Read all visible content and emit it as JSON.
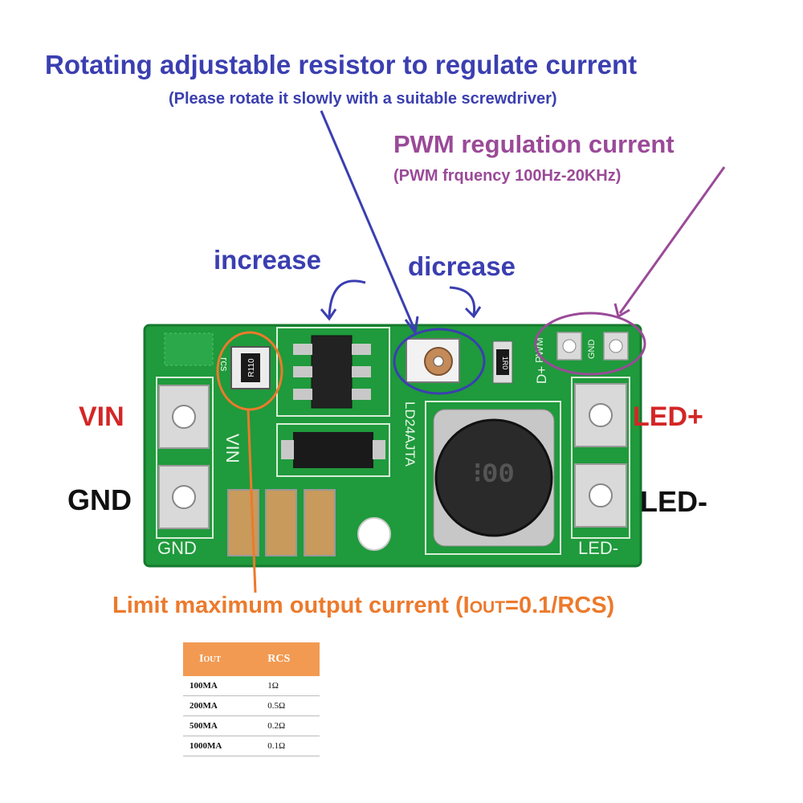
{
  "annotations": {
    "title": "Rotating adjustable resistor to regulate current",
    "subtitle": "(Please rotate it slowly with a suitable screwdriver)",
    "pwm_title": "PWM regulation current",
    "pwm_subtitle": "(PWM frquency 100Hz-20KHz)",
    "increase": "increase",
    "dicrease": "dicrease",
    "vin": "VIN",
    "gnd": "GND",
    "led_plus": "LED+",
    "led_minus": "LED-",
    "limit_prefix": "Limit maximum output current (I",
    "limit_sub": "OUT",
    "limit_suffix": "=0.1/RCS)"
  },
  "board": {
    "silk_vin": "VIN",
    "silk_gnd": "GND",
    "silk_led_minus": "LED-",
    "silk_d_plus": "D+",
    "silk_pwm": "PWM",
    "silk_gnd_small": "GND",
    "silk_rcs": "rcs",
    "silk_part": "LD24AJTA",
    "resistor_code": "R110",
    "small_resistor_code": "1R0"
  },
  "table": {
    "header_iout_main": "I",
    "header_iout_sub": "OUT",
    "header_rcs": "RCS",
    "rows": [
      {
        "iout": "100MA",
        "rcs": "1Ω"
      },
      {
        "iout": "200MA",
        "rcs": "0.5Ω"
      },
      {
        "iout": "500MA",
        "rcs": "0.2Ω"
      },
      {
        "iout": "1000MA",
        "rcs": "0.1Ω"
      }
    ]
  },
  "colors": {
    "blue": "#3b3fb0",
    "purple": "#9a4a98",
    "red": "#d42626",
    "orange": "#ec7a2c",
    "pcb": "#1f9a3c"
  }
}
